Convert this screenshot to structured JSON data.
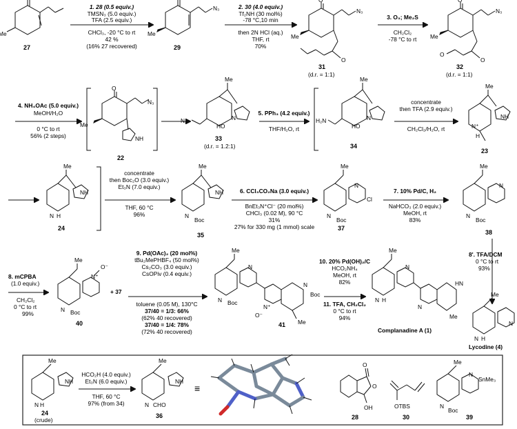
{
  "compounds": {
    "c27": "27",
    "c29": "29",
    "c31": "31",
    "c32": "32",
    "c22": "22",
    "c33": "33",
    "c34": "34",
    "c23": "23",
    "c24": "24",
    "c35": "35",
    "c37": "37",
    "c38": "38",
    "c40": "40",
    "c41": "41",
    "c36": "36",
    "c28": "28",
    "c30": "30",
    "c39": "39",
    "c24crude": "(crude)"
  },
  "dr": {
    "d31": "(d.r. = 1:1)",
    "d32": "(d.r. = 1:1)",
    "d33": "(d.r. = 1.2:1)"
  },
  "atoms": {
    "N": "N",
    "H": "H",
    "O": "O",
    "Me": "Me",
    "N3": "N₃",
    "HO": "HO",
    "OH": "OH",
    "Boc": "Boc",
    "Cl": "Cl",
    "CHO": "CHO",
    "OTBS": "OTBS",
    "SnMe3": "SnMe₃",
    "Nplus": "N⁺",
    "Ominus": "O⁻",
    "NH": "NH",
    "H2N": "H₂N",
    "HN": "HN"
  },
  "steps": {
    "s1": [
      "1. 28 (0.5 equiv.)",
      "TMSN₃ (5.0 equiv.)",
      "TFA (2.5 equiv.)",
      "CHCl₃, -20 °C to rt",
      "42 %",
      "(16% 27 recovered)"
    ],
    "s2": [
      "2. 30 (4.0 equiv.)",
      "Tf₂NH (30 mol%)",
      "-78 °C,10 min",
      "then 2N HCl (aq.)",
      "THF, rt",
      "70%"
    ],
    "s3": [
      "3. O₃; Me₂S",
      "CH₂Cl₂",
      "-78 °C to rt"
    ],
    "s4": [
      "4. NH₄OAc (5.0 equiv.)",
      "MeOH/H₂O",
      "0 °C to rt",
      "56% (2 steps)"
    ],
    "s5": [
      "5. PPh₃ (4.2 equiv.)",
      "THF/H₂O, rt"
    ],
    "s5b": [
      "concentrate",
      "then TFA (2.9 equiv.)",
      "CH₂Cl₂/H₂O, rt"
    ],
    "s5c": [
      "concentrate",
      "then Boc₂O (3.0 equiv.)",
      "Et₃N (7.0 equiv.)",
      "THF, 60 °C",
      "96%"
    ],
    "s6": [
      "6. CCl₃CO₂Na (3.0 equiv.)",
      "BnEt₃N⁺Cl⁻ (20 mol%)",
      "CHCl₃ (0.02 M), 90 °C",
      "31%",
      "27% for 330 mg (1 mmol) scale"
    ],
    "s7": [
      "7. 10% Pd/C, H₂",
      "NaHCO₃ (2.0 equiv.)",
      "MeOH, rt",
      "83%"
    ],
    "s8p": [
      "8'. TFA/DCM",
      "0 °C to rt",
      "93%"
    ],
    "s8": [
      "8. mCPBA",
      "(1.0 equiv.)",
      "CH₂Cl₂",
      "0 °C to rt",
      "99%"
    ],
    "s9": [
      "9. Pd(OAc)₂ (20 mol%)",
      "tBu₂MePHBF₄ (50 mol%)",
      "Cs₂CO₃ (3.0 equiv.)",
      "CsOPiv (0.4 equiv.)",
      "toluene (0.05 M), 130°C",
      "37/40 = 1/3: 66%",
      "(62% 40 recovered)",
      "37/40 = 1/4: 78%",
      "(72% 40 recovered)"
    ],
    "s10": [
      "10. 20% Pd(OH)₂/C",
      "HCO₂NH₄",
      "MeOH, rt",
      "82%"
    ],
    "s11": [
      "11. TFA, CH₂Cl₂",
      "0 °C to rt",
      "94%"
    ],
    "sbox": [
      "HCO₂H (4.0 equiv.)",
      "Et₃N (6.0 equiv.)",
      "THF, 60 °C",
      "97% (from 34)"
    ]
  },
  "plus37": "+ 37",
  "equiv_symbol": "≡",
  "names": {
    "complanadine": "Complanadine A (1)",
    "lycodine": "Lycodine (4)"
  }
}
